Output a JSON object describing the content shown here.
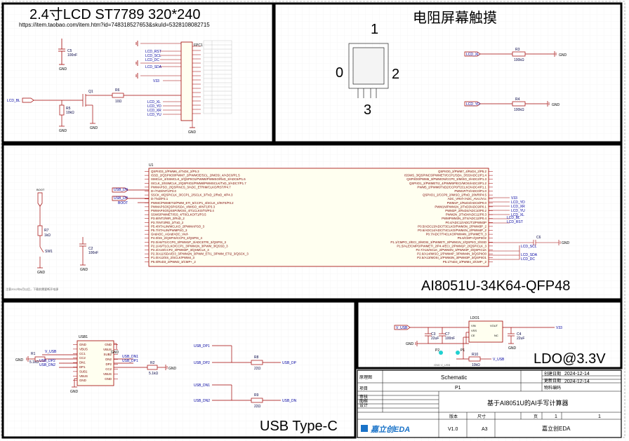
{
  "panels": {
    "lcd": {
      "title": "2.4寸LCD  ST7789 320*240",
      "url": "https://item.taobao.com/item.htm?id=748318527653&skuId=5328108082715",
      "connector_ref": "FPC1",
      "nets": [
        "LCD_RST",
        "LCD_SCL",
        "LCD_DC",
        "LCD_SDA",
        "V33",
        "LCD_XL",
        "LCD_YD",
        "LCD_XR",
        "LCD_YU",
        "LCD_BL"
      ],
      "c5": {
        "ref": "C5",
        "value": "100nF",
        "net": "GND"
      },
      "r5": {
        "ref": "R5",
        "value": "10kΩ"
      },
      "r6": {
        "ref": "R6",
        "value": "10Ω"
      },
      "q1": {
        "ref": "Q1"
      },
      "gnd": "GND"
    },
    "touch": {
      "title": "电阻屏幕触摸",
      "labels": [
        "1",
        "0",
        "2",
        "3"
      ],
      "r3": {
        "ref": "R3",
        "value": "100kΩ",
        "net": "LCD_XL"
      },
      "r4": {
        "ref": "R4",
        "value": "100kΩ",
        "net": "LCD_YD"
      },
      "gnd": "GND"
    },
    "mcu": {
      "title": "AI8051U-34K64-QFP48",
      "ref": "U1",
      "left_nets": [
        "USB_DN",
        "USB_DP",
        "BOOT"
      ],
      "right_nets": [
        "V33",
        "LCD_YD",
        "LCD_XR",
        "LCD_YU",
        "LCD_XL",
        "LCD_BL",
        "LCD_RST",
        "LCD_SCL",
        "LCD_SDA",
        "LCD_DC"
      ],
      "boot_flag": "BOOT",
      "r7": {
        "ref": "R7",
        "value": "1kΩ"
      },
      "sw1": {
        "ref": "SW1"
      },
      "c2": {
        "ref": "C2",
        "value": "100nF"
      },
      "c6": {
        "ref": "C6"
      },
      "gnd": "GND",
      "left_pins": [
        "QSPIIO3_2/PWM6_4/TxD4_2/P5.3",
        "ISSD_2/QSPIIO0/PWM7_2/PWMOE/SCL_2/MOSI_4/ADC0/P1.5",
        "ISMCLK_4/SSMCLK_2/QSPIIO1/PWM8/PWMSO/RxD_3/ADC6/P1.6",
        "ISCLK_3/SSMCLK_2/QSPIIO2/PWM8/PWMSCLK/TxD_3/ADC7/P1.7",
        "PWMAPSO_2/QSPINCS_3/ADC_ETRIM/CLKO/RST/P4.7",
        "D+/TxD/INT1/P3.0",
        "SSCK_4/QSPICLK_3/CCP1_2/SCLK_3/TxD_2/RxD_4/P4.3",
        "D-/TxD/P3.1",
        "PWMC/PWMETI2/PWM_ETI_5/CCP1_4/SCLK_4/INT0/P3.2",
        "PWMAPSO/QSPIS/SDA_4/MISO_4/INT1/P3.3",
        "PWMAPSO/QSSPI/MOSI_4/T1CLKO/T0/P3.4",
        "SSWS/PWMETI/SS_4/T0CLKO/T1/P3.5",
        "P3.6/INT2/WR_2/RxD_2",
        "P3.7/INT3/RD_2/TxD_2",
        "P5.4/XTALIN/MCLKO_2/PWMAPSO_3",
        "P5.7/XTALIN/PWMPSO_3",
        "GndADC_AGnd/ADC_Vref-",
        "P4.0/SS_2/QSPIS/CCP3_2/QSPIS_4",
        "P2.0/A8/T1/CCP0_3/PWM1P_3/ADCETRI_3/QSPIS_3",
        "P2.1/A9/T1CLKO/CCP1_3/PWM1N_3/PWM_3/QSSD_3",
        "P2.2/A10/CCP2_3/PWM2P_3/QSMCLK_3",
        "P2.3/A11/SDA/EI3_3/PWM2N_3/PWM_ETI1_3/PWM_ETI2_3/QSCK_3",
        "P1.0/A12/SS_2/SCLK/PWM4_3",
        "P5.0/RxD3_2/PWM2_3/CMP+_2"
      ],
      "right_pins": [
        "QSPIIO0_2/PWM7_4/RxD4_2/P5.2",
        "ISSWS_3/QSPINCS/PWMETI/CCP1/SDA_3/SS/ADC1/P1.4",
        "QSPIIO0/PWM6_3/PWMON/CCP0_3/MISO_3/ADC2/P1.3",
        "QSPIIO1_2/PWMETI2_4/PWM5P/ECI/MOSI/ADC3/P1.2",
        "PWM5_2/PWM6/TxD2/CCP0/T2CLKO/ADC4/P1.1",
        "PWM1P/T2/ADC0/P1.0",
        "QSPIIO1_2/CCP0_2/MISO_2/RxD_2/WR/P4.5",
        "ADC_VRef+/ADC_AVcc/Vcc",
        "PWM1P_2/RxD3/ADC8/P0.0",
        "PWM1N/PWM1N_2/TxD3/ADC9/P0.1",
        "PWM2P_2/RxD4/ADC10/P0.2",
        "PWM2N_2/TxD4/ADC11/P0.3",
        "PWMPWM3N_2/T4/ADC12/P0.4",
        "P0.4/ADC12/ADC/T3/PWM3P",
        "P0.5/ADC13/ADC/T3CLKO/PWM3N_2/PWM3P_2",
        "P0.6/ADC14/ADC/T4CLKO/PWM4N_2/PWM4P_2",
        "P0.7/ADC7/T4CLKO/PWM4N_2/PWMETI_3",
        "P5.6/CMP+/QSPIIO2",
        "P1.1/CMPO_2/ECI_2/MOSI_3/PWMETI_2/PWM1N_2/QSPIIO_3/SSD",
        "P1.5/ALE/CMPO/PWMETI_2/P4.4/ECI_2/PWM1P_2/QSPICLK_3",
        "P2.7/A15/SCLK_2/PWM4N_3/PWM4P_3/QSPICLK",
        "P2.6/A14/MISO_2/PWM4P_3/PWM4N_3/QSPIIO0",
        "P2.5/A13/MOSI_2/PWM3N_3/PWM3P_3/QSPIIO1",
        "P5.1/TxD3_2/PWM4_3/CMP-_2"
      ],
      "note": "注意2012年6月以后，下载前需要断开电源"
    },
    "ldo": {
      "title": "LDO@3.3V",
      "ref": "LDO1",
      "pins": {
        "vin": "VIN",
        "vout": "VOUT",
        "vss": "VSS",
        "ce": "CE",
        "nc": "NC"
      },
      "input_net": "V_USB",
      "output_net": "V33",
      "c3": {
        "ref": "C3",
        "value": "22uF"
      },
      "c7": {
        "ref": "C7",
        "value": "100nF"
      },
      "c4": {
        "ref": "C4",
        "value": "22uF"
      },
      "r10": {
        "ref": "R10",
        "value": "10kΩ"
      },
      "p1": {
        "ref": "P1"
      },
      "p2": {
        "ref": "P2"
      },
      "v_usb": "V_USB",
      "gnd": "GND",
      "pad_note": "GND  V_USB"
    },
    "usb": {
      "title": "USB Type-C",
      "ref": "USB1",
      "pins_left": [
        "GND",
        "VBUS",
        "CC1",
        "CC2",
        "DN1",
        "DP1",
        "SUB1",
        "VBUS",
        "GND"
      ],
      "pins_right": [
        "GND",
        "VBUS",
        "SUB2",
        "DN2",
        "DP2",
        "CC2",
        "VBUS",
        "GND"
      ],
      "r1": {
        "ref": "R1",
        "value": "5.1kΩ"
      },
      "r2": {
        "ref": "R2",
        "value": "5.1kΩ"
      },
      "r8": {
        "ref": "R8",
        "value": "22Ω"
      },
      "r9": {
        "ref": "R9",
        "value": "22Ω"
      },
      "nets": [
        "V_USB",
        "USB_DP2",
        "USB_DN2",
        "USB_DN1",
        "USB_DP1",
        "USB_DP",
        "USB_DN"
      ],
      "gnd": "GND"
    }
  },
  "title_block": {
    "labels": [
      "原理图",
      "项目",
      "审核",
      "图框",
      "设计"
    ],
    "schematic": "Schematic",
    "page_name": "P1",
    "created_label": "创建日期",
    "created": "2024-12-14",
    "updated_label": "更新日期",
    "updated": "2024-12-14",
    "drawn_label": "物料编码",
    "title": "基于AI8051U的AI手写计算器",
    "version_label": "版本",
    "version": "V1.0",
    "size_label": "尺寸",
    "size": "A3",
    "page_label": "页",
    "page_num": "1",
    "page_total": "1",
    "company": "嘉立创EDA",
    "logo": "嘉立创EDA"
  }
}
